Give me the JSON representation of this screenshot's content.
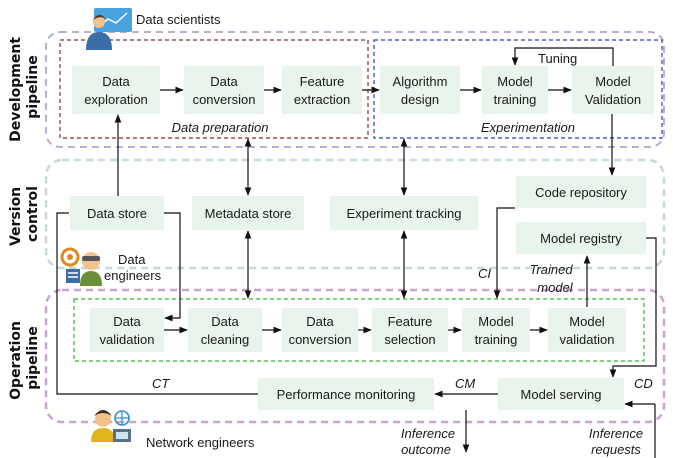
{
  "actors": {
    "data_scientists": "Data scientists",
    "data_engineers_line1": "Data",
    "data_engineers_line2": "engineers",
    "network_engineers": "Network engineers"
  },
  "sections": {
    "development": [
      "Development",
      "pipeline"
    ],
    "version_control": [
      "Version",
      "control"
    ],
    "operation": [
      "Operation",
      "pipeline"
    ]
  },
  "groups": {
    "data_preparation": "Data preparation",
    "experimentation": "Experimentation"
  },
  "development_nodes": {
    "data_exploration": [
      "Data",
      "exploration"
    ],
    "data_conversion": [
      "Data",
      "conversion"
    ],
    "feature_extraction": [
      "Feature",
      "extraction"
    ],
    "algorithm_design": [
      "Algorithm",
      "design"
    ],
    "model_training": [
      "Model",
      "training"
    ],
    "model_validation": [
      "Model",
      "Validation"
    ]
  },
  "version_nodes": {
    "data_store": "Data store",
    "metadata_store": "Metadata store",
    "experiment_tracking": "Experiment tracking",
    "code_repository": "Code repository",
    "model_registry": "Model registry"
  },
  "operation_nodes": {
    "data_validation": [
      "Data",
      "validation"
    ],
    "data_cleaning": [
      "Data",
      "cleaning"
    ],
    "data_conversion": [
      "Data",
      "conversion"
    ],
    "feature_selection": [
      "Feature",
      "selection"
    ],
    "model_training": [
      "Model",
      "training"
    ],
    "model_validation": [
      "Model",
      "validation"
    ],
    "performance_monitoring": "Performance monitoring",
    "model_serving": "Model serving"
  },
  "edge_labels": {
    "tuning": "Tuning",
    "ci": "CI",
    "trained_model": [
      "Trained",
      "model"
    ],
    "ct": "CT",
    "cm": "CM",
    "cd": "CD",
    "inference_outcome": [
      "Inference",
      "outcome"
    ],
    "inference_requests": [
      "Inference",
      "requests"
    ]
  },
  "colors": {
    "node_fill": "#e8f4ec",
    "data_prep_border": "#8b2a2a",
    "experimentation_border": "#2b3fb0",
    "development_region": "#b7b0d6",
    "version_region": "#c5d8db",
    "operation_region": "#c7a6d3",
    "operation_inner_border": "#2eb82e"
  }
}
